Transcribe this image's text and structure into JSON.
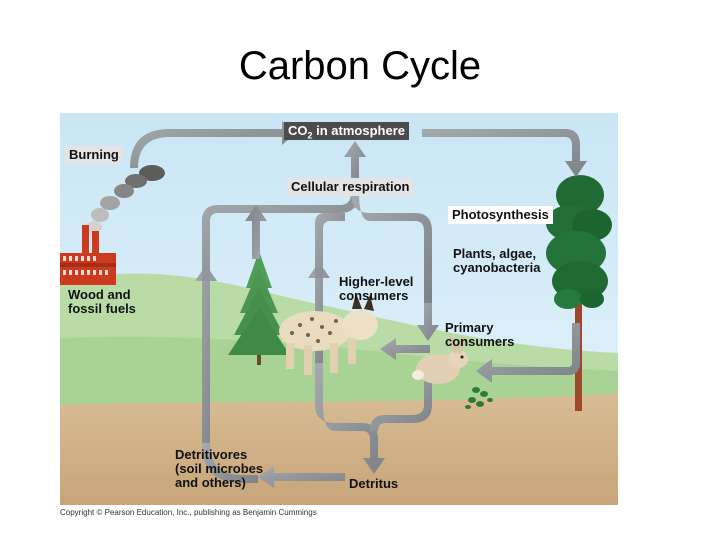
{
  "slide": {
    "title": "Carbon Cycle"
  },
  "diagram": {
    "labels": {
      "co2_prefix": "CO",
      "co2_sub": "2",
      "co2_rest": " in atmosphere",
      "burning": "Burning",
      "cellular_respiration": "Cellular respiration",
      "photosynthesis": "Photosynthesis",
      "plants_line1": "Plants, algae,",
      "plants_line2": "cyanobacteria",
      "higher_line1": "Higher-level",
      "higher_line2": "consumers",
      "primary_line1": "Primary",
      "primary_line2": "consumers",
      "wood_line1": "Wood and",
      "wood_line2": "fossil fuels",
      "detritivores_line1": "Detritivores",
      "detritivores_line2": "(soil microbes",
      "detritivores_line3": "and others)",
      "detritus": "Detritus"
    },
    "copyright": "Copyright © Pearson Education, Inc., publishing as Benjamin Cummings",
    "colors": {
      "sky": "#d8eef8",
      "hills": "#b9dca6",
      "soil": "#d2b48c",
      "arrow": "#8e9499",
      "label_box_dark": "#4b4b4b",
      "label_box_light": "#e4e4e4",
      "factory": "#cc3b1f"
    },
    "icons": [
      "factory-icon",
      "smoke-icon",
      "spruce-tree-icon",
      "pine-tree-icon",
      "lynx-icon",
      "rabbit-icon",
      "plant-sprig-icon"
    ]
  }
}
